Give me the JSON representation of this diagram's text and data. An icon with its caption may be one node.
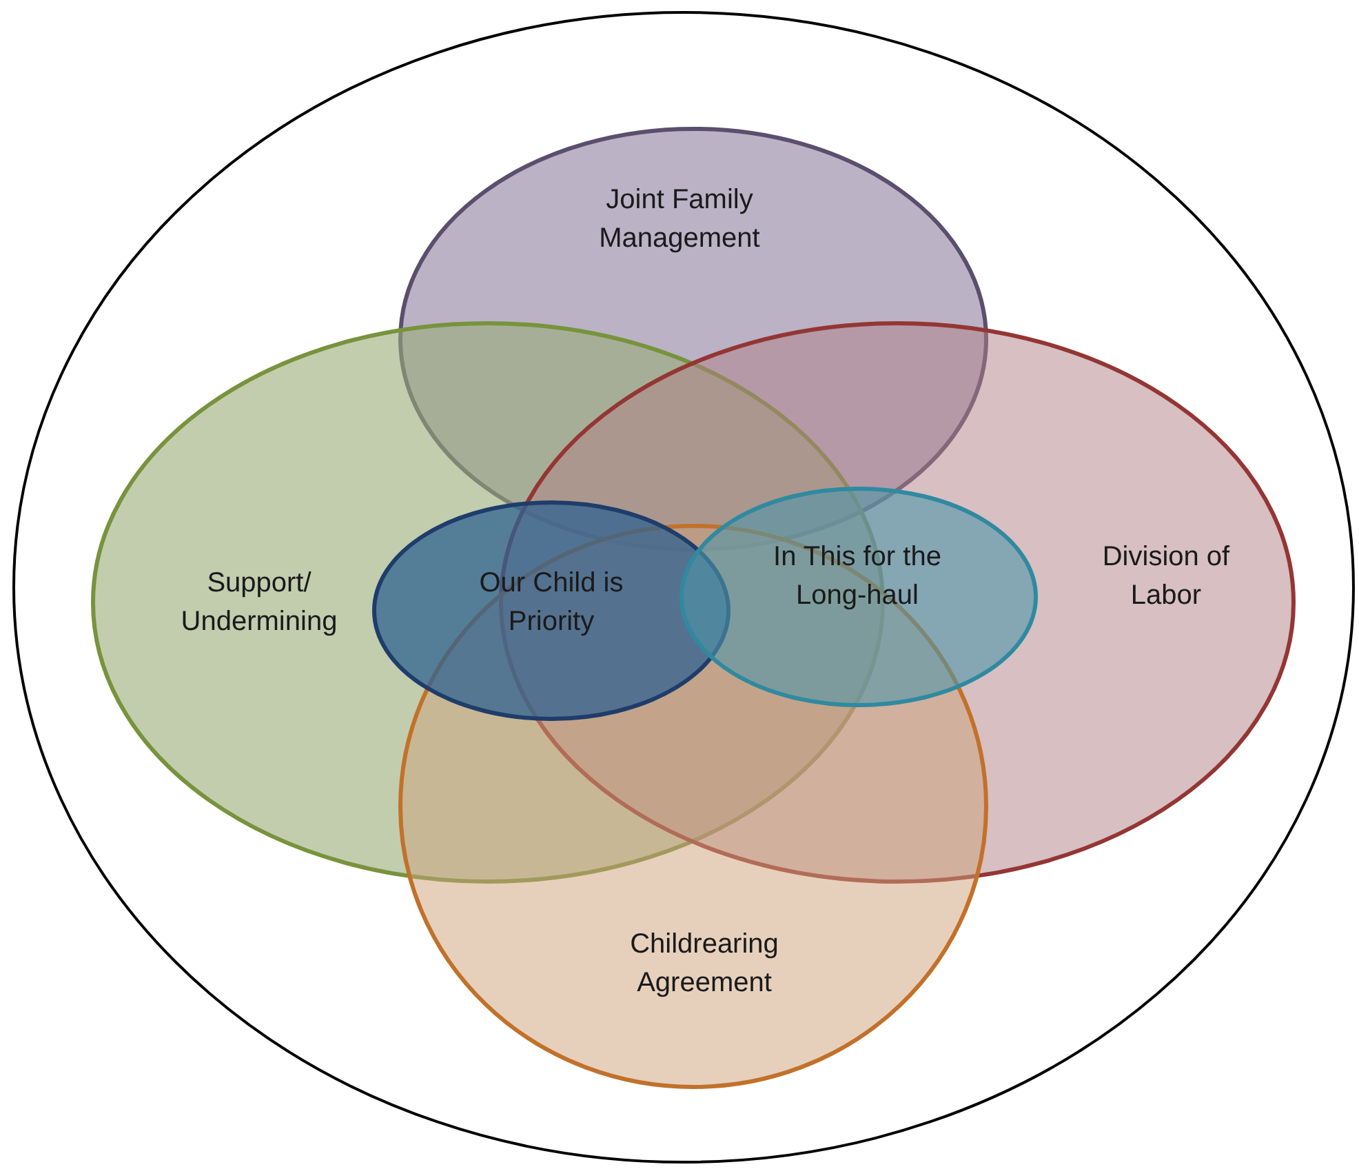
{
  "diagram": {
    "nodes": [
      {
        "text": [],
        "shape": "circle"
      },
      {
        "text": [
          "Joint Family Management"
        ],
        "in": 0
      },
      {
        "text": [
          "Support/ Undermining"
        ],
        "in": 0
      },
      {
        "text": [
          "Division of Labor"
        ],
        "in": 0
      },
      {
        "text": [
          "Our Child is Priority"
        ],
        "in": 2
      },
      {
        "text": [
          "In This for the Long-haul"
        ],
        "in": 3
      },
      {
        "text": [
          "Childrearing Agreement"
        ],
        "in": 0
      }
    ]
  }
}
